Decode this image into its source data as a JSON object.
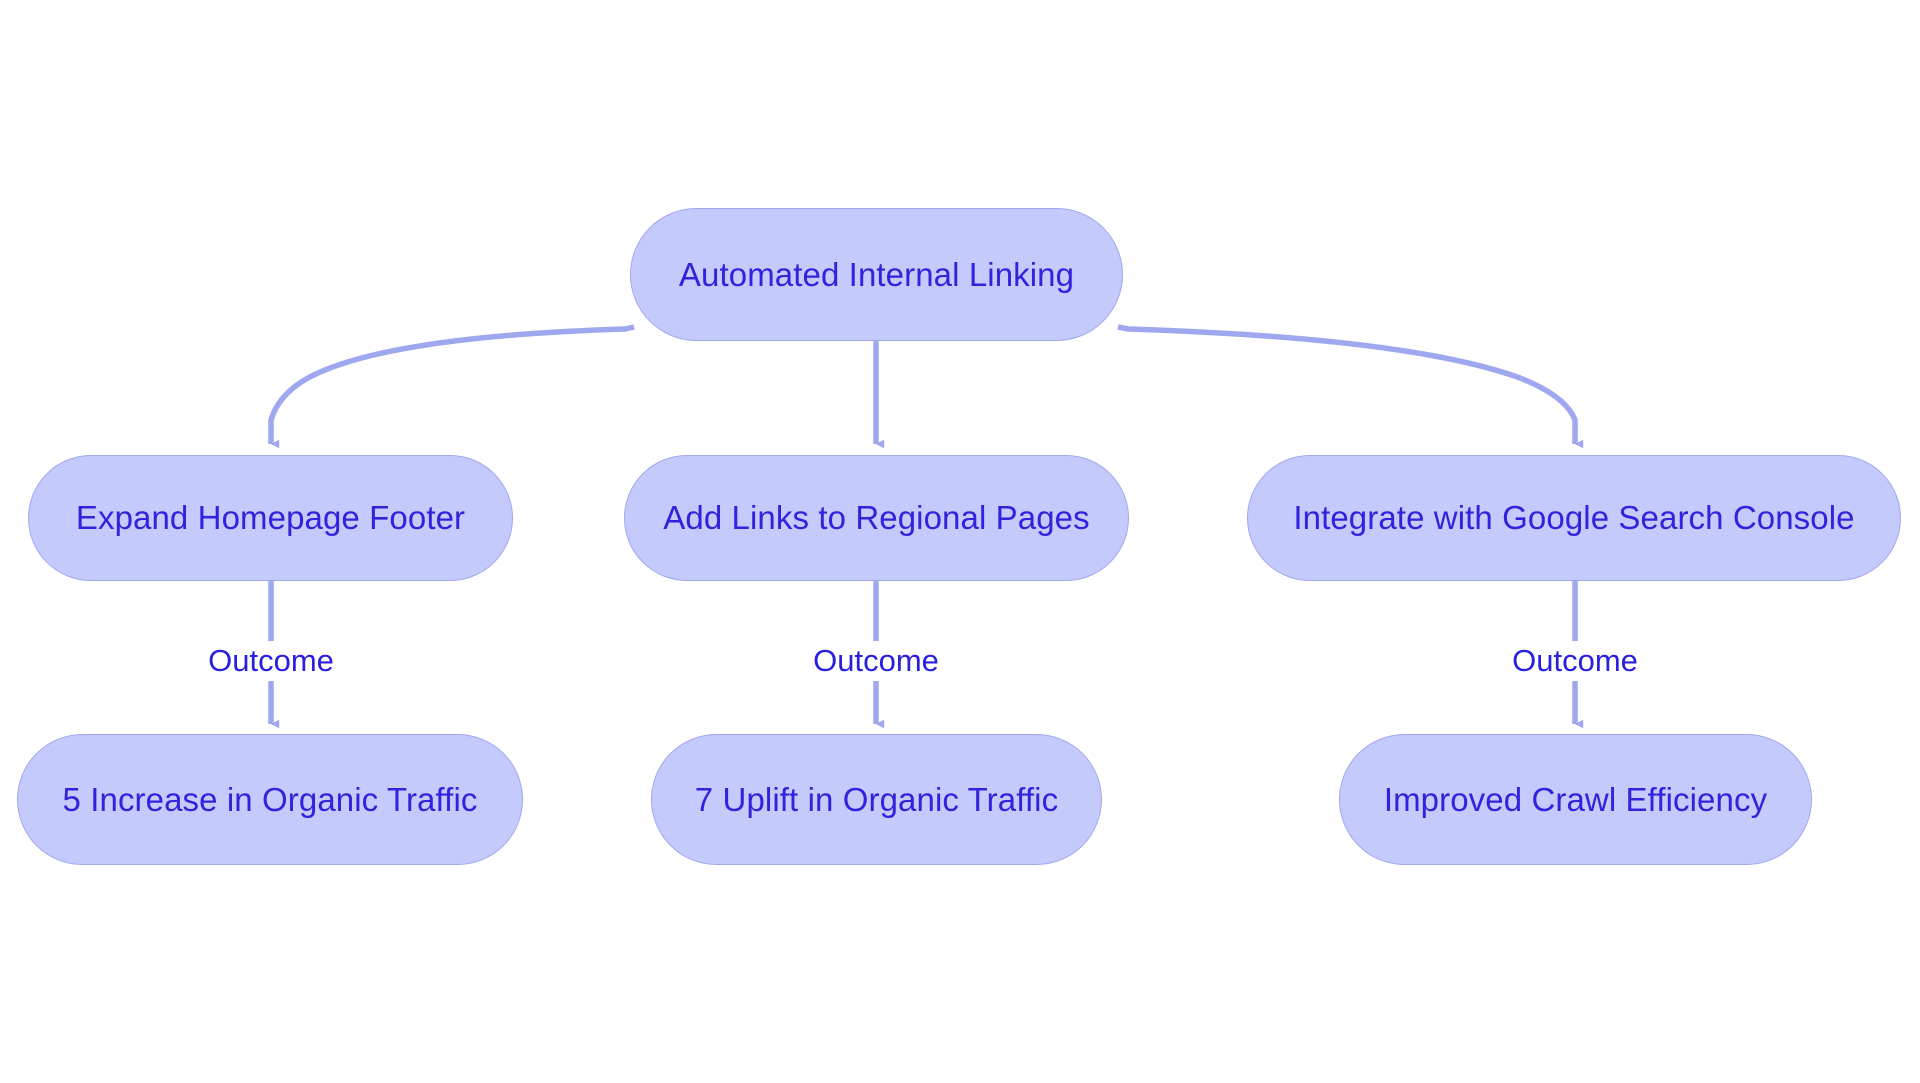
{
  "diagram": {
    "title": "Automated Internal Linking Flowchart",
    "colors": {
      "node_fill": "#c5cafc",
      "node_stroke": "#9fa8ee",
      "node_text": "#3322dd",
      "edge_stroke": "#9fa8ee",
      "edge_label_text": "#2a1ee0",
      "background": "#ffffff"
    },
    "nodes": {
      "root": {
        "label": "Automated Internal Linking"
      },
      "branch_left": {
        "label": "Expand Homepage Footer"
      },
      "branch_center": {
        "label": "Add Links to Regional Pages"
      },
      "branch_right": {
        "label": "Integrate with Google Search Console"
      },
      "outcome_left": {
        "label": "5 Increase in Organic Traffic"
      },
      "outcome_center": {
        "label": "7 Uplift in Organic Traffic"
      },
      "outcome_right": {
        "label": "Improved Crawl Efficiency"
      }
    },
    "edge_labels": {
      "left": "Outcome",
      "center": "Outcome",
      "right": "Outcome"
    }
  }
}
